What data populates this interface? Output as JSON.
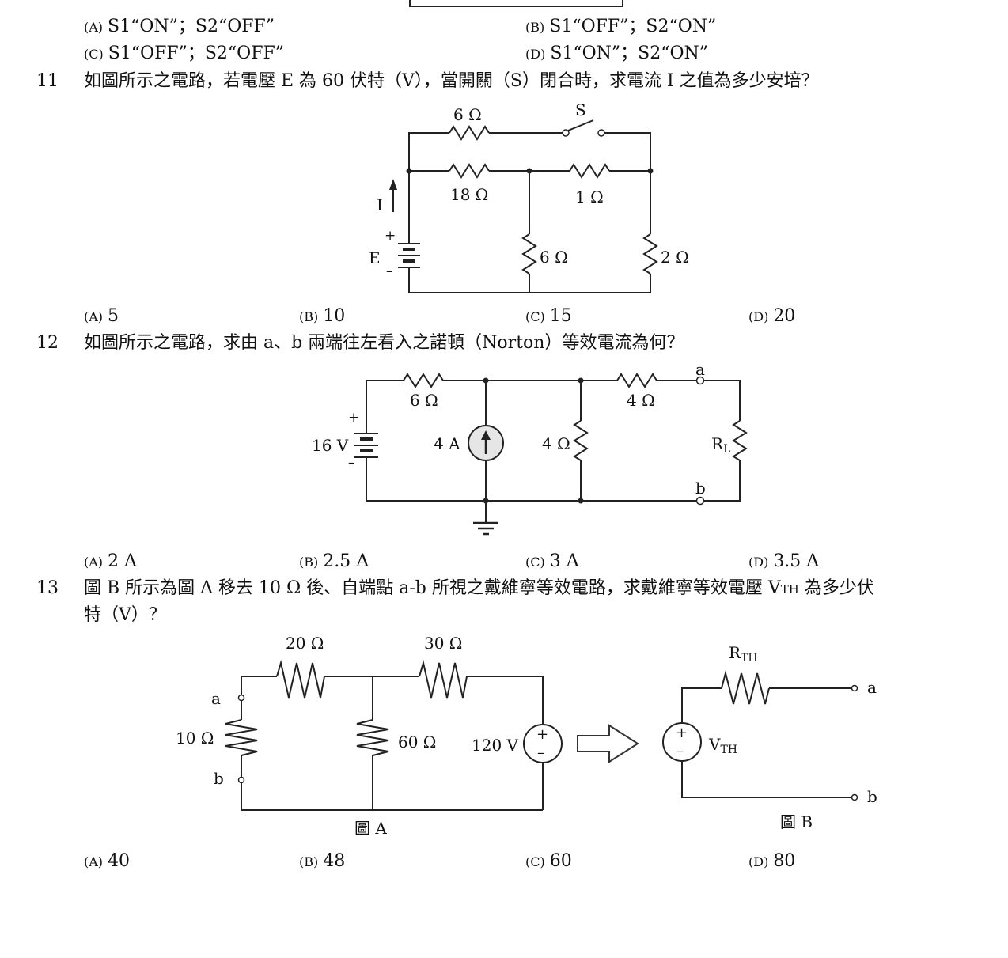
{
  "q10": {
    "options": [
      {
        "label": "(A)",
        "text": "S1“ON”；S2“OFF”"
      },
      {
        "label": "(B)",
        "text": "S1“OFF”；S2“ON”"
      },
      {
        "label": "(C)",
        "text": "S1“OFF”；S2“OFF”"
      },
      {
        "label": "(D)",
        "text": "S1“ON”；S2“ON”"
      }
    ]
  },
  "q11": {
    "number": "11",
    "text": "如圖所示之電路，若電壓 E 為 60 伏特（V），當開關（S）閉合時，求電流 I 之值為多少安培？",
    "circuit": {
      "r_top": "6 Ω",
      "switch": "S",
      "r_left": "18 Ω",
      "r_mid": "1 Ω",
      "r_center": "6 Ω",
      "r_right": "2 Ω",
      "current": "I",
      "source": "E",
      "plus": "+",
      "minus": "–"
    },
    "options": [
      {
        "label": "(A)",
        "text": "5"
      },
      {
        "label": "(B)",
        "text": "10"
      },
      {
        "label": "(C)",
        "text": "15"
      },
      {
        "label": "(D)",
        "text": "20"
      }
    ]
  },
  "q12": {
    "number": "12",
    "text": "如圖所示之電路，求由 a、b 兩端往左看入之諾頓（Norton）等效電流為何？",
    "circuit": {
      "r1": "6 Ω",
      "r2": "4 Ω",
      "r3": "4 Ω",
      "source_v": "16 V",
      "source_i": "4 A",
      "node_a": "a",
      "node_b": "b",
      "load": "R",
      "load_sub": "L",
      "plus": "+",
      "minus": "–"
    },
    "options": [
      {
        "label": "(A)",
        "text": "2 A"
      },
      {
        "label": "(B)",
        "text": "2.5 A"
      },
      {
        "label": "(C)",
        "text": "3 A"
      },
      {
        "label": "(D)",
        "text": "3.5 A"
      }
    ]
  },
  "q13": {
    "number": "13",
    "text_line1": "圖 B 所示為圖 A 移去 10 Ω 後、自端點 a-b 所視之戴維寧等效電路，求戴維寧等效電壓 V",
    "text_sub": "TH",
    "text_tail": " 為多少伏",
    "text_line2": "特（V）？",
    "fig_a": {
      "r1": "20 Ω",
      "r2": "30 Ω",
      "r3": "60 Ω",
      "r_ab": "10 Ω",
      "source": "120 V",
      "node_a": "a",
      "node_b": "b",
      "caption": "圖 A",
      "plus": "+",
      "minus": "–"
    },
    "fig_b": {
      "r": "R",
      "r_sub": "TH",
      "v": "V",
      "v_sub": "TH",
      "node_a": "a",
      "node_b": "b",
      "caption": "圖 B",
      "plus": "+",
      "minus": "–"
    },
    "options": [
      {
        "label": "(A)",
        "text": "40"
      },
      {
        "label": "(B)",
        "text": "48"
      },
      {
        "label": "(C)",
        "text": "60"
      },
      {
        "label": "(D)",
        "text": "80"
      }
    ]
  }
}
